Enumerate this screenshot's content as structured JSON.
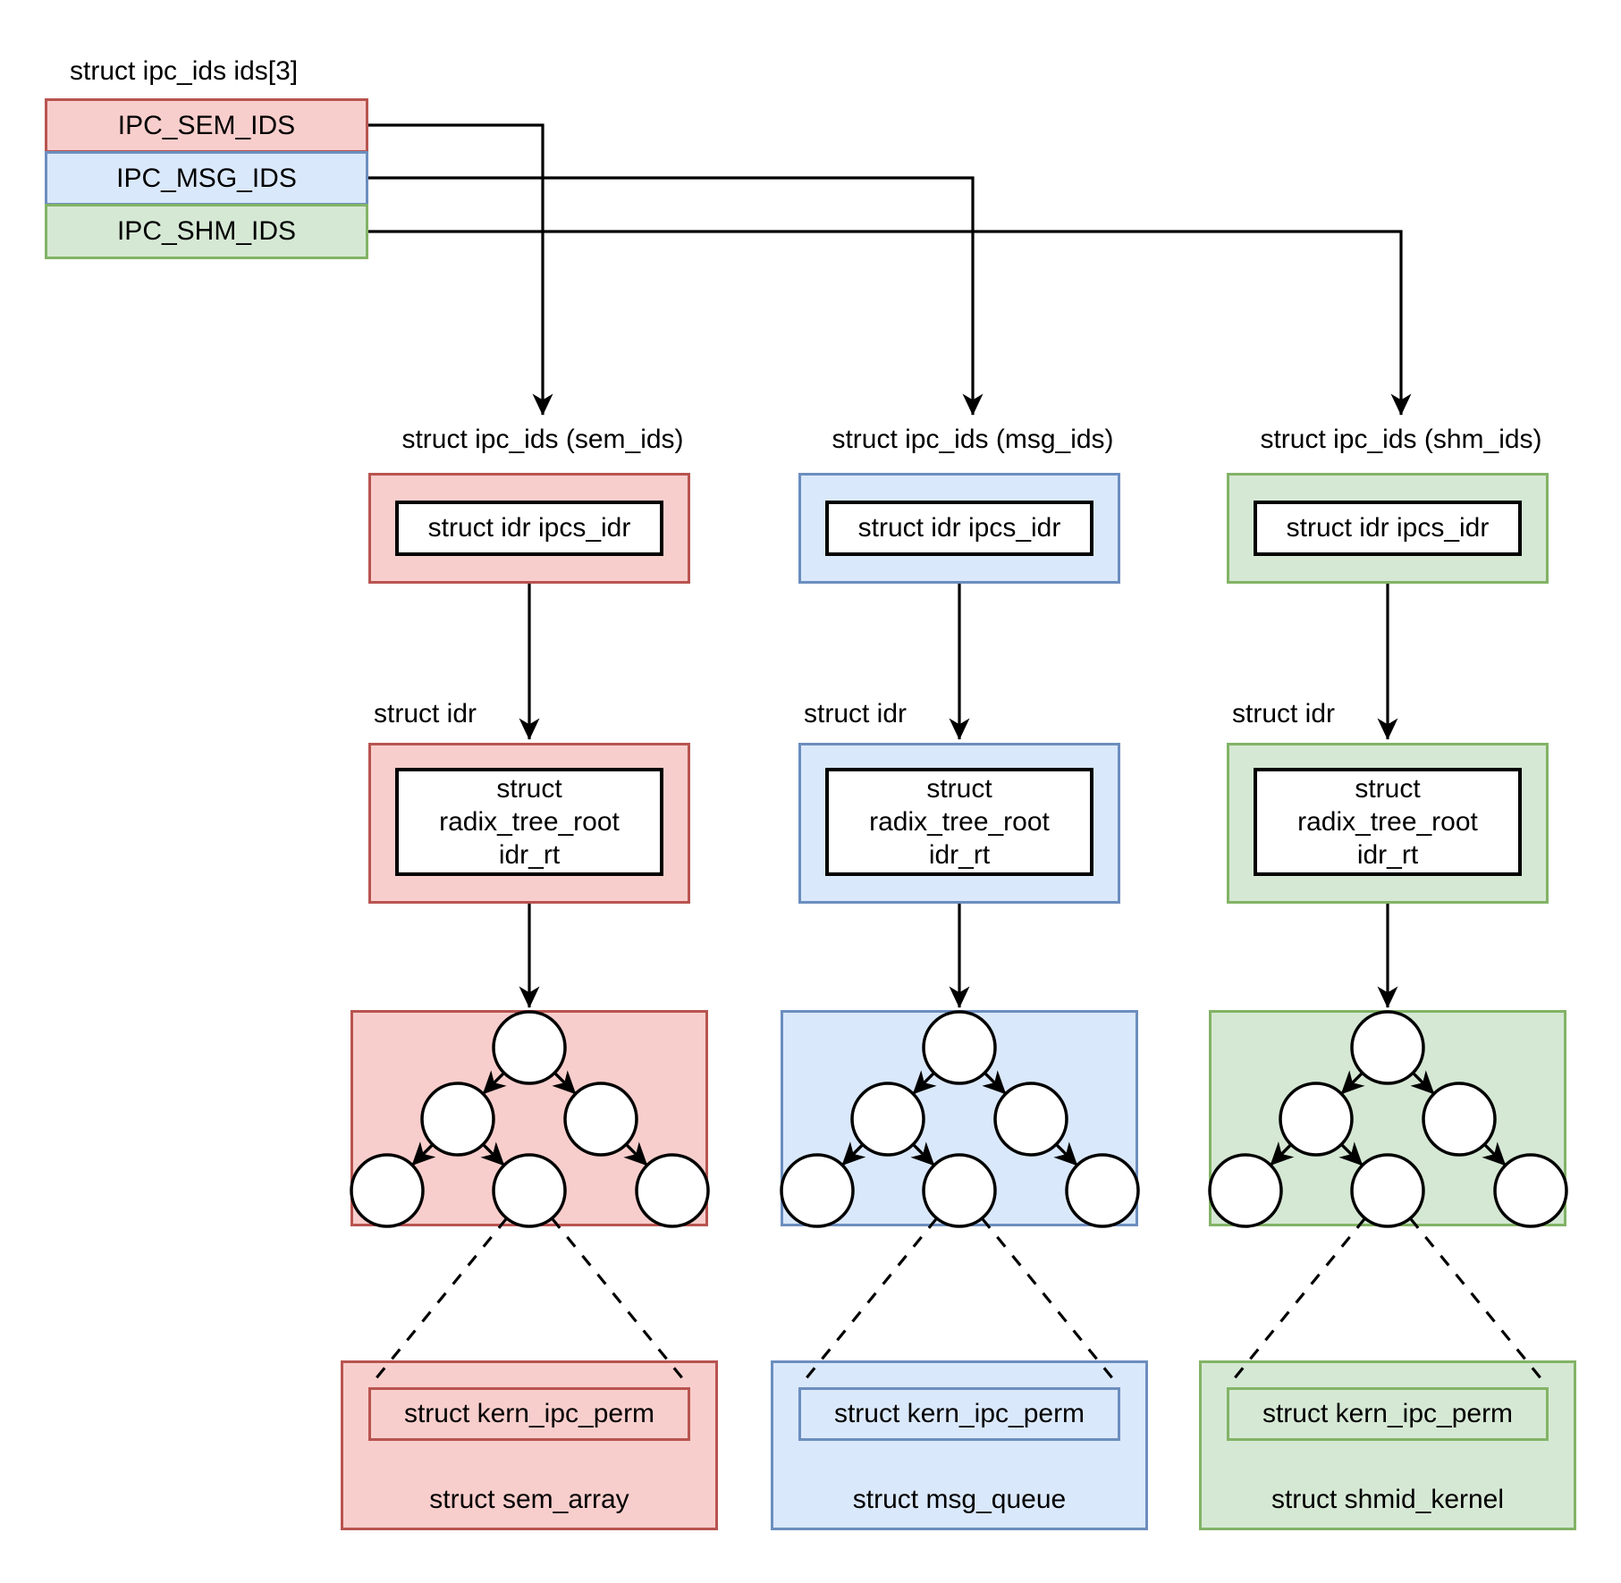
{
  "ids_array": {
    "title": "struct ipc_ids ids[3]",
    "rows": [
      {
        "label": "IPC_SEM_IDS",
        "color": "#f8cecc"
      },
      {
        "label": "IPC_MSG_IDS",
        "color": "#dae8fc"
      },
      {
        "label": "IPC_SHM_IDS",
        "color": "#d5e8d4"
      }
    ]
  },
  "columns": [
    {
      "name": "sem",
      "ipc_ids_label": "struct ipc_ids (sem_ids)",
      "ipcs_idr_label": "struct idr ipcs_idr",
      "idr_label": "struct idr",
      "radix_tree_label": "struct\nradix_tree_root\nidr_rt",
      "kern_ipc_perm_label": "struct kern_ipc_perm",
      "struct_label": "struct sem_array"
    },
    {
      "name": "msg",
      "ipc_ids_label": "struct ipc_ids (msg_ids)",
      "ipcs_idr_label": "struct idr ipcs_idr",
      "idr_label": "struct idr",
      "radix_tree_label": "struct\nradix_tree_root\nidr_rt",
      "kern_ipc_perm_label": "struct kern_ipc_perm",
      "struct_label": "struct msg_queue"
    },
    {
      "name": "shm",
      "ipc_ids_label": "struct ipc_ids (shm_ids)",
      "ipcs_idr_label": "struct idr ipcs_idr",
      "idr_label": "struct idr",
      "radix_tree_label": "struct\nradix_tree_root\nidr_rt",
      "kern_ipc_perm_label": "struct kern_ipc_perm",
      "struct_label": "struct shmid_kernel"
    }
  ],
  "palette": {
    "sem": {
      "fill": "#f8cecc",
      "stroke": "#b85450"
    },
    "msg": {
      "fill": "#dae8fc",
      "stroke": "#6c8ebf"
    },
    "shm": {
      "fill": "#d5e8d4",
      "stroke": "#82b366"
    },
    "line": "#000000",
    "node_fill": "#ffffff",
    "background": "#ffffff"
  }
}
